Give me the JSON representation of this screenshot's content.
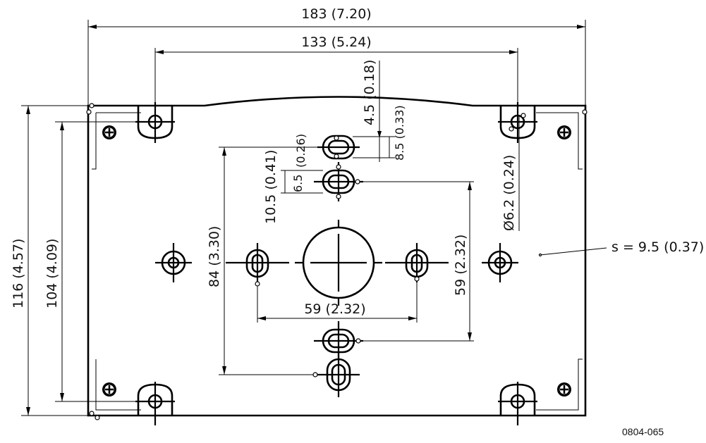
{
  "dimensions": {
    "overall_width": "183 (7.20)",
    "mount_spacing_width": "133 (5.24)",
    "top_offset": "4.5 (0.18)",
    "slot_pitch_upper": "8.5 (0.33)",
    "slot_width_upper": "(0.26)",
    "slot_height": "6.5",
    "slot_to_slot": "10.5 (0.41)",
    "hole_diameter": "Ø6.2 (0.24)",
    "overall_height": "116 (4.57)",
    "mount_spacing_height": "104 (4.09)",
    "vertical_spacing": "84 (3.30)",
    "horizontal_slot_spacing": "59 (2.32)",
    "vertical_slot_spacing": "59 (2.32)",
    "thickness": "s = 9.5 (0.37)"
  },
  "figure_ref": "0804-065"
}
